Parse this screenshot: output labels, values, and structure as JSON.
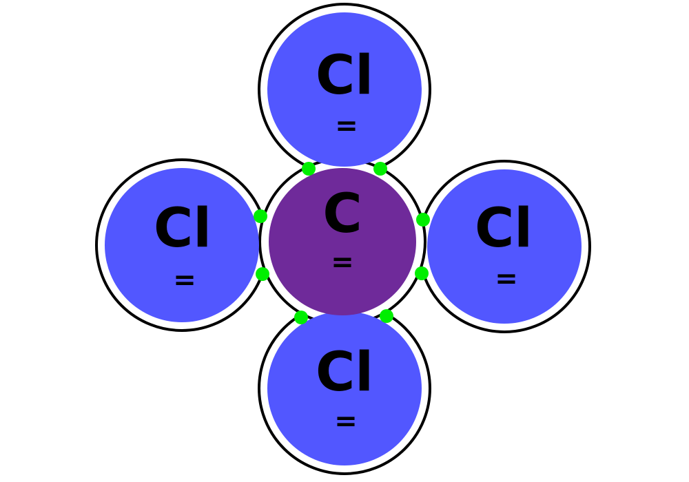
{
  "diagram": {
    "colors": {
      "chlorine": "#5257ff",
      "carbon": "#6f2a9a",
      "electron": "#00ee00",
      "shell_stroke": "#000000"
    },
    "atoms": [
      {
        "id": "cl_top",
        "symbol": "Cl",
        "lone_pairs": "="
      },
      {
        "id": "cl_left",
        "symbol": "Cl",
        "lone_pairs": "="
      },
      {
        "id": "cl_right",
        "symbol": "Cl",
        "lone_pairs": "="
      },
      {
        "id": "cl_bottom",
        "symbol": "Cl",
        "lone_pairs": "="
      },
      {
        "id": "c_center",
        "symbol": "C",
        "lone_pairs": "="
      }
    ],
    "shared_electrons_count": 8
  }
}
